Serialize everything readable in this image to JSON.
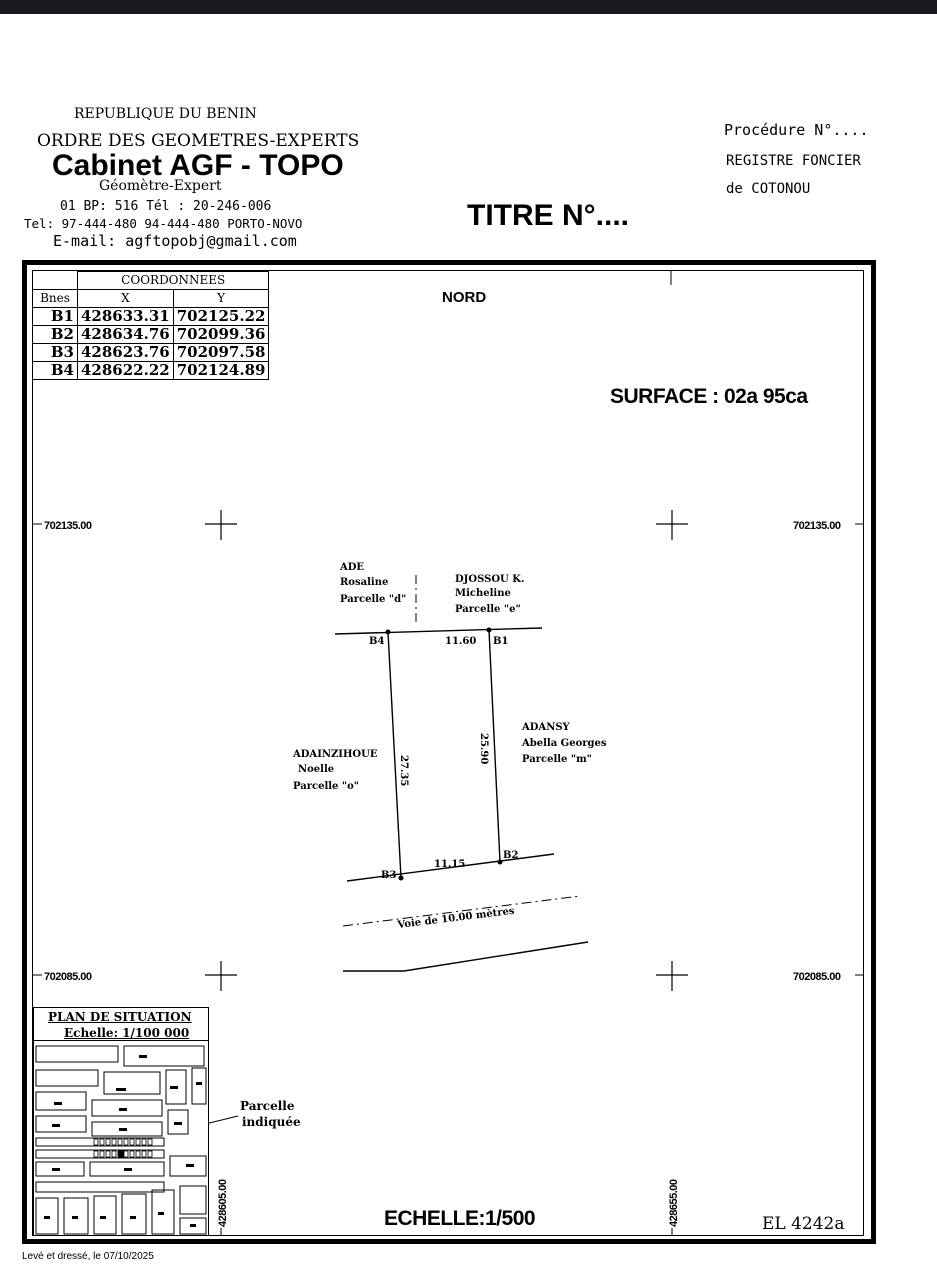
{
  "header": {
    "republic": "REPUBLIQUE DU BENIN",
    "order": "ORDRE DES GEOMETRES-EXPERTS",
    "cabinet": "Cabinet AGF - TOPO",
    "profession": "Géomètre-Expert",
    "bp": "01 BP: 516 Tél : 20-246-006",
    "tel": "Tel: 97-444-480 94-444-480 PORTO-NOVO",
    "email": "E-mail: agftopobj@gmail.com",
    "procedure": "Procédure N°....",
    "registre": "REGISTRE FONCIER",
    "city": "de COTONOU",
    "titre": "TITRE N°...."
  },
  "coordinates": {
    "caption": "COORDONNEES",
    "col_bnes": "Bnes",
    "col_x": "X",
    "col_y": "Y",
    "rows": [
      {
        "id": "B1",
        "x": "428633.31",
        "y": "702125.22"
      },
      {
        "id": "B2",
        "x": "428634.76",
        "y": "702099.36"
      },
      {
        "id": "B3",
        "x": "428623.76",
        "y": "702097.58"
      },
      {
        "id": "B4",
        "x": "428622.22",
        "y": "702124.89"
      }
    ]
  },
  "plan": {
    "north": "NORD",
    "surface": "SURFACE :  02a 95ca",
    "grid_y_top": "702135.00",
    "grid_y_bottom": "702085.00",
    "grid_x_left": "428605.00",
    "grid_x_right": "428655.00",
    "dim_top": "11.60",
    "dim_bottom": "11.15",
    "dim_left": "27.35",
    "dim_right": "25.90",
    "beacons": {
      "b1": "B1",
      "b2": "B2",
      "b3": "B3",
      "b4": "B4"
    },
    "neighbors": {
      "nw": {
        "name": "ADE",
        "first": "Rosaline",
        "parcel": "Parcelle \"d\""
      },
      "ne": {
        "name": "DJOSSOU K.",
        "first": "Micheline",
        "parcel": "Parcelle \"e\""
      },
      "east": {
        "name": "ADANSY",
        "first": "Abella Georges",
        "parcel": "Parcelle \"m\""
      },
      "west": {
        "name": "ADAINZIHOUE",
        "first": "Noelle",
        "parcel": "Parcelle \"o\""
      }
    },
    "road": "Voie de 10.00 mètres",
    "scale": "ECHELLE:1/500",
    "ref": "EL 4242a"
  },
  "situation": {
    "title": "PLAN DE SITUATION",
    "scale": "Echelle: 1/100 000",
    "callout_line1": "Parcelle",
    "callout_line2": "indiquée"
  },
  "footer": {
    "drawn": "Levé et dressé, le 07/10/2025"
  }
}
